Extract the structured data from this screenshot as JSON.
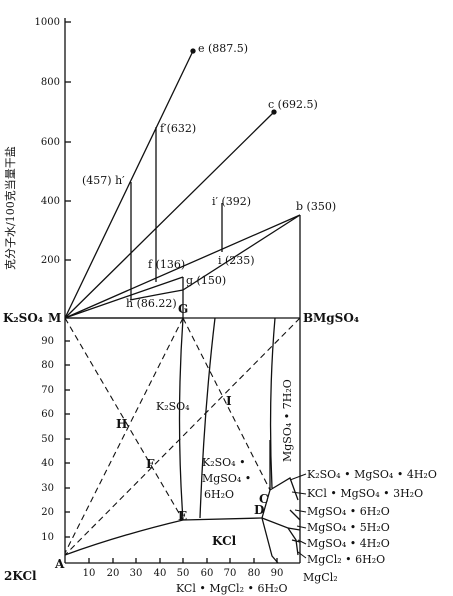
{
  "upper": {
    "ylabel": "克分子水/100克当量干盐",
    "yticks": [
      "1000",
      "800",
      "600",
      "400",
      "200"
    ],
    "point_labels": {
      "e": "e (887.5)",
      "c": "c (692.5)",
      "fp": "f′(632)",
      "hp": "(457) h′",
      "ip": "i′ (392)",
      "b": "b (350)",
      "f": "f (136)",
      "i": "i (235)",
      "g": "g (150)",
      "h": "h (86.22)"
    }
  },
  "lower": {
    "yticks": [
      "90",
      "80",
      "70",
      "60",
      "50",
      "40",
      "30",
      "20",
      "10"
    ],
    "xticks": [
      "10",
      "20",
      "30",
      "40",
      "50",
      "60",
      "70",
      "80",
      "90"
    ],
    "corner_labels": {
      "M": "M",
      "G": "G",
      "B": "B",
      "A": "A",
      "H": "H",
      "F": "F",
      "I": "I",
      "E": "E",
      "C": "C",
      "D": "D"
    },
    "side_labels": {
      "k2so4_left": "K₂SO₄",
      "mgso4_right": "MgSO₄",
      "kcl2_left": "2KCl",
      "mgcl2_bottom": "MgCl₂",
      "carnallite_bottom": "KCl • MgCl₂ • 6H₂O"
    },
    "field_labels": {
      "k2so4": "K₂SO₄",
      "schoenite_1": "K₂SO₄ •",
      "schoenite_2": "MgSO₄ •",
      "schoenite_3": "6H₂O",
      "epsomite": "MgSO₄ • 7H₂O",
      "kcl": "KCl"
    },
    "right_labels": [
      "K₂SO₄ • MgSO₄ • 4H₂O",
      "KCl • MgSO₄ • 3H₂O",
      "MgSO₄ • 6H₂O",
      "MgSO₄ • 5H₂O",
      "MgSO₄ • 4H₂O",
      "MgCl₂ • 6H₂O"
    ]
  }
}
